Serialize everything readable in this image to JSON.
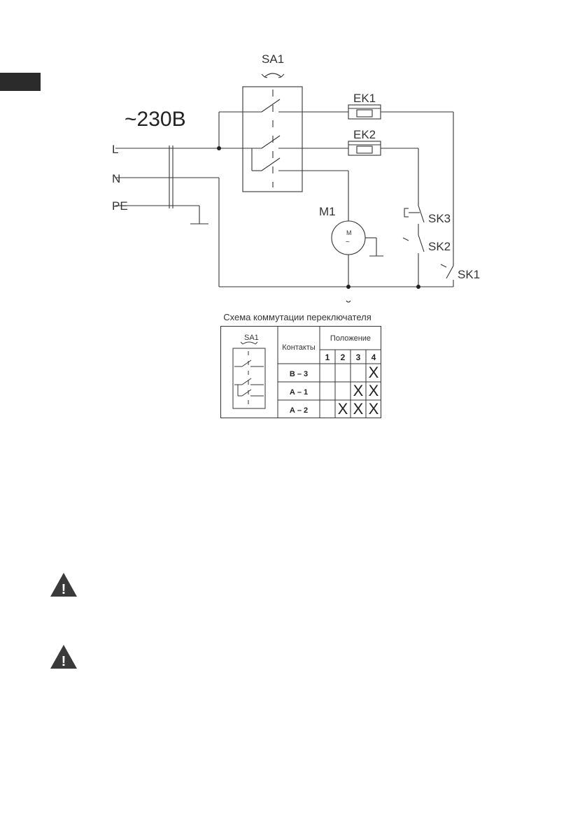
{
  "diagram": {
    "voltage": "~230В",
    "lines": {
      "l": "L",
      "n": "N",
      "pe": "PE"
    },
    "components": {
      "sa1": "SA1",
      "ek1": "EK1",
      "ek2": "EK2",
      "m1": "M1",
      "motor_symbol": "M",
      "ac_symbol": "~",
      "sk1": "SK1",
      "sk2": "SK2",
      "sk3": "SK3"
    }
  },
  "switch_table": {
    "caption": "Схема коммутации переключателя",
    "symbol_label": "SA1",
    "contacts_header": "Контакты",
    "position_header": "Положение",
    "positions": [
      "1",
      "2",
      "3",
      "4"
    ],
    "rows": [
      {
        "contact": "В – 3",
        "closed": [
          false,
          false,
          false,
          true
        ]
      },
      {
        "contact": "А – 1",
        "closed": [
          false,
          false,
          true,
          true
        ]
      },
      {
        "contact": "А – 2",
        "closed": [
          false,
          true,
          true,
          true
        ]
      }
    ],
    "mark": "X"
  },
  "warnings": [
    {
      "icon": "warning-icon",
      "symbol": "!"
    },
    {
      "icon": "warning-icon",
      "symbol": "!"
    }
  ]
}
